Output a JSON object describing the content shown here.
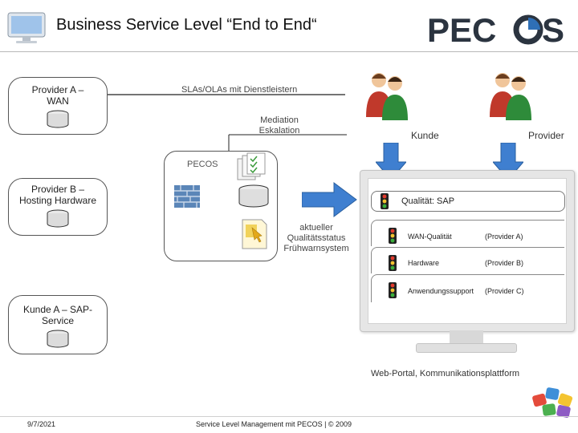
{
  "header": {
    "title": "Business Service Level “End to End“",
    "logo_text": "PECOS"
  },
  "providers": {
    "a": {
      "label": "Provider A – WAN"
    },
    "b": {
      "label": "Provider B – Hosting Hardware"
    },
    "c": {
      "label": "Kunde A – SAP-Service"
    }
  },
  "center": {
    "sla_label": "SLAs/OLAs mit Dienstleistern",
    "mediation_label": "Mediation Eskalation",
    "pecos_label": "PECOS",
    "status_label": "aktueller Qualitätsstatus Frühwarnsystem"
  },
  "actors": {
    "kunde": "Kunde",
    "provider": "Provider"
  },
  "monitor": {
    "title": "Qualität: SAP",
    "rows": [
      {
        "name": "WAN-Qualität",
        "provider": "(Provider A)"
      },
      {
        "name": "Hardware",
        "provider": "(Provider B)"
      },
      {
        "name": "Anwendungssupport",
        "provider": "(Provider C)"
      }
    ],
    "caption": "Web-Portal, Kommunikationsplattform"
  },
  "footer": {
    "date": "9/7/2021",
    "center_text": "Service Level Management mit PECOS | © 2009"
  },
  "colors": {
    "arrow_blue": "#3f7fd0",
    "logo_dark": "#2b3440",
    "logo_blue": "#2f6fb6"
  }
}
